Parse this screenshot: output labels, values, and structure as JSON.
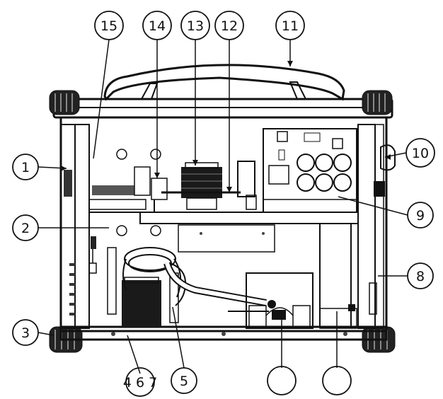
{
  "callouts": [
    {
      "id": "c1",
      "label": "1"
    },
    {
      "id": "c2",
      "label": "2"
    },
    {
      "id": "c3",
      "label": "3"
    },
    {
      "id": "c4",
      "label": "4 6 7"
    },
    {
      "id": "c5",
      "label": "5"
    },
    {
      "id": "c8",
      "label": "8"
    },
    {
      "id": "c9",
      "label": "9"
    },
    {
      "id": "c10",
      "label": "10"
    },
    {
      "id": "c11",
      "label": "11"
    },
    {
      "id": "c12",
      "label": "12"
    },
    {
      "id": "c13",
      "label": "13"
    },
    {
      "id": "c14",
      "label": "14"
    },
    {
      "id": "c15",
      "label": "15"
    },
    {
      "id": "cb1",
      "label": ""
    },
    {
      "id": "cb2",
      "label": ""
    }
  ]
}
